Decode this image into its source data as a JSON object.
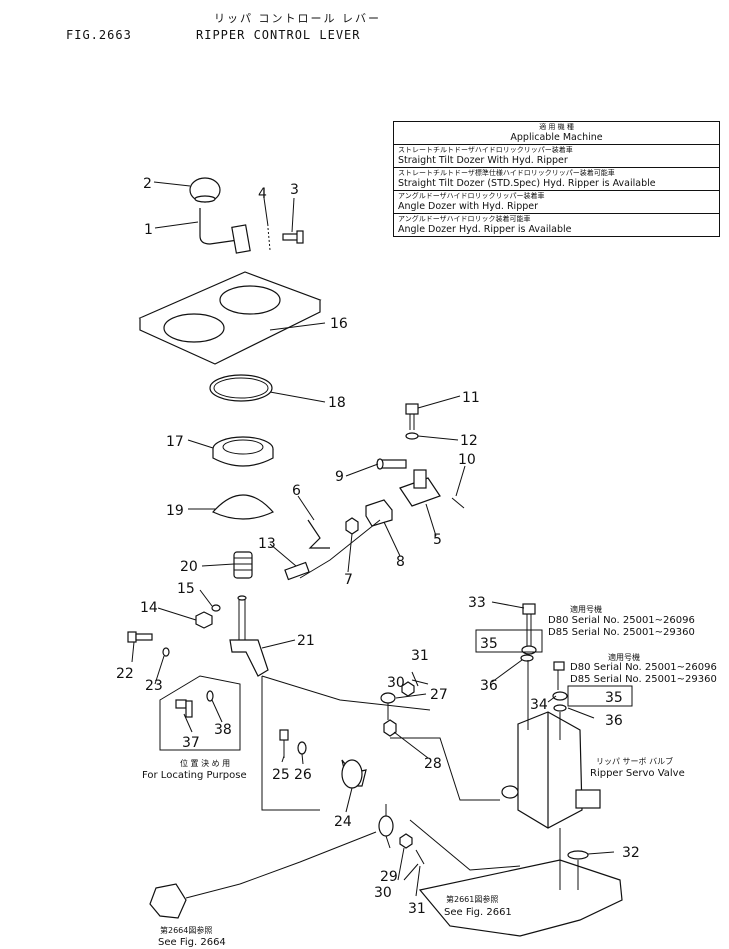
{
  "header": {
    "fig_no": "FIG.2663",
    "title_jp": "リッパ コントロール レバー",
    "title_en": "RIPPER CONTROL LEVER"
  },
  "applicable_table": {
    "heading_jp": "適 用 機 種",
    "heading_en": "Applicable Machine",
    "rows": [
      {
        "jp": "ストレートチルトドーザハイドロリックリッパー装着車",
        "en": "Straight Tilt Dozer With Hyd. Ripper"
      },
      {
        "jp": "ストレートチルトドーザ標準仕様ハイドロリックリッパー装着可能車",
        "en": "Straight Tilt Dozer (STD.Spec) Hyd. Ripper is Available"
      },
      {
        "jp": "アングルドーザハイドロリックリッパー装着車",
        "en": "Angle Dozer with Hyd. Ripper"
      },
      {
        "jp": "アングルドーザハイドロリック装着可能車",
        "en": "Angle Dozer Hyd. Ripper is Available"
      }
    ]
  },
  "serial_blocks": [
    {
      "heading_jp": "適用号機",
      "lines": [
        "D80  Serial No. 25001~26096",
        "D85  Serial No. 25001~29360"
      ]
    },
    {
      "heading_jp": "適用号機",
      "lines": [
        "D80 Serial No. 25001~26096",
        "D85 Serial No. 25001~29360"
      ]
    }
  ],
  "notes": {
    "locating_jp": "位 置 決 め 用",
    "locating_en": "For Locating Purpose",
    "servo_jp": "リッパ サーボ バルブ",
    "servo_en": "Ripper Servo Valve",
    "see2661_jp": "第2661図参照",
    "see2661_en": "See Fig. 2661",
    "see2664_jp": "第2664図参照",
    "see2664_en": "See Fig. 2664"
  },
  "callouts": {
    "c1": "1",
    "c2": "2",
    "c3": "3",
    "c4": "4",
    "c5": "5",
    "c6": "6",
    "c7": "7",
    "c8": "8",
    "c9": "9",
    "c10": "10",
    "c11": "11",
    "c12": "12",
    "c13": "13",
    "c14": "14",
    "c15": "15",
    "c16": "16",
    "c17": "17",
    "c18": "18",
    "c19": "19",
    "c20": "20",
    "c21": "21",
    "c22": "22",
    "c23": "23",
    "c24": "24",
    "c25": "25",
    "c26": "26",
    "c27": "27",
    "c28": "28",
    "c29": "29",
    "c30a": "30",
    "c30b": "30",
    "c31a": "31",
    "c31b": "31",
    "c32": "32",
    "c33": "33",
    "c34": "34",
    "c35a": "35",
    "c35b": "35",
    "c36a": "36",
    "c36b": "36",
    "c37": "37",
    "c38": "38"
  }
}
